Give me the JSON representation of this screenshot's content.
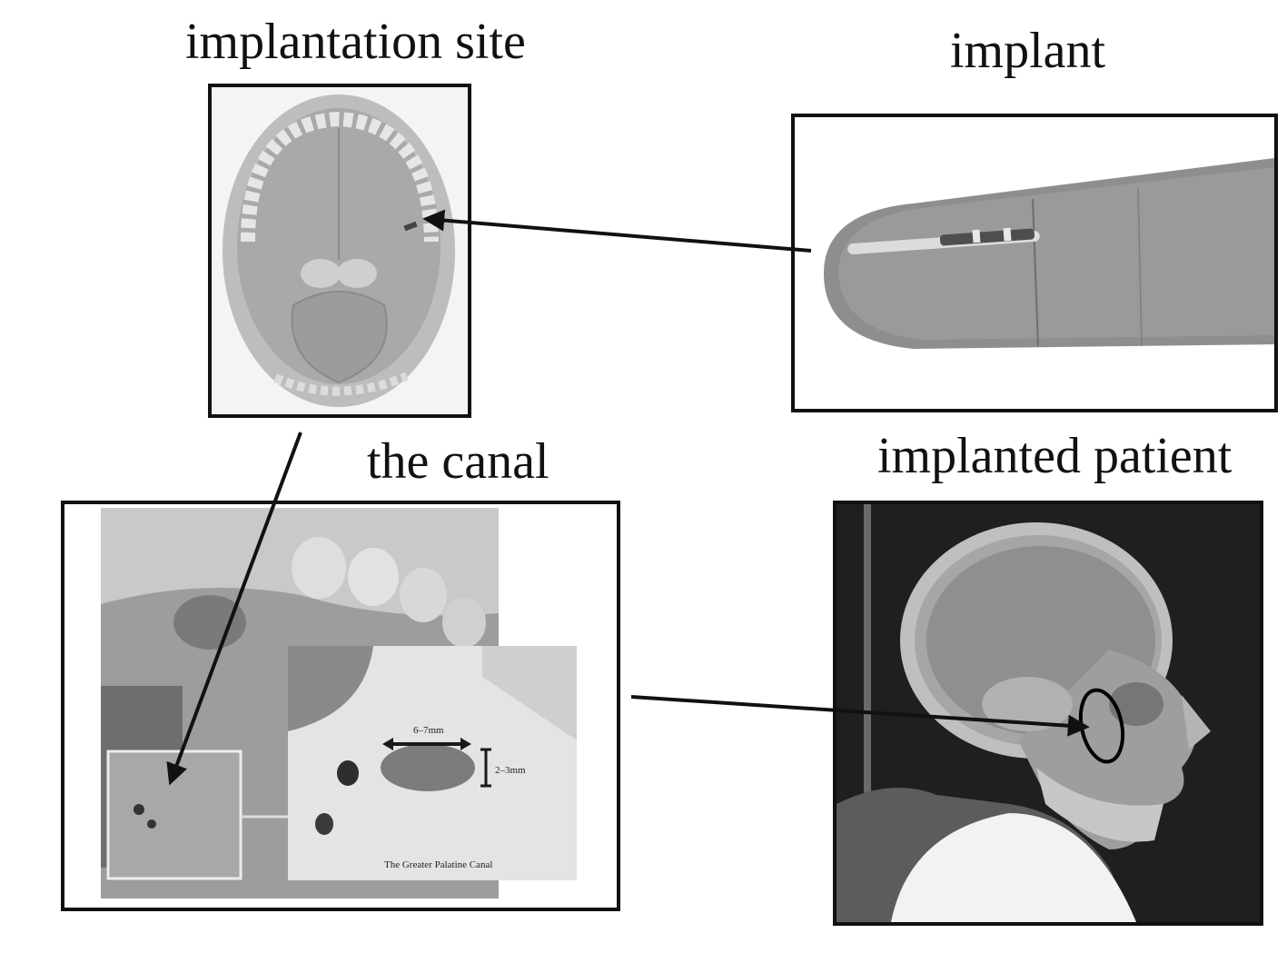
{
  "labels": {
    "implantation_site": "implantation site",
    "implant": "implant",
    "the_canal": "the canal",
    "implanted_patient": "implanted patient"
  },
  "inset_text": {
    "width_measure": "6–7mm",
    "height_measure": "2–3mm",
    "canal_caption": "The Greater Palatine Canal"
  },
  "colors": {
    "line": "#111111",
    "photo_gray": "#9a9a9a",
    "xray_bg": "#1f1f1f"
  }
}
